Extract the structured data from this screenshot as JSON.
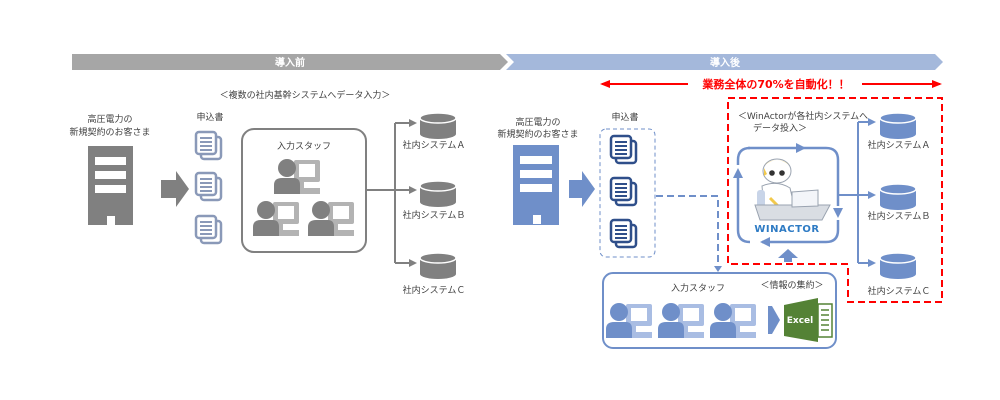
{
  "phases": {
    "before": "導入前",
    "after": "導入後"
  },
  "colors": {
    "before_bar": "#a6a6a6",
    "after_bar": "#a4b8db",
    "gray_dark": "#808080",
    "gray_light": "#b3b3b3",
    "blue": "#6f8fc9",
    "blue_dark": "#2f4f8a",
    "blue_light": "#a9bde3",
    "red": "#ff0000",
    "excel_green": "#548235"
  },
  "before": {
    "subtitle": "＜複数の社内基幹システムへデータ入力＞",
    "customer_label_line1": "高圧電力の",
    "customer_label_line2": "新規契約のお客さま",
    "forms_label": "申込書",
    "staff_label": "入力スタッフ",
    "systems": [
      "社内システムＡ",
      "社内システムＢ",
      "社内システムＣ"
    ]
  },
  "after": {
    "headline": "業務全体の70%を自動化！！",
    "customer_label_line1": "高圧電力の",
    "customer_label_line2": "新規契約のお客さま",
    "forms_label": "申込書",
    "winactor_caption_line1": "＜WinActorが各社内システムへ",
    "winactor_caption_line2": "データ投入＞",
    "winactor_logo": "WINACTOR",
    "staff_label": "入力スタッフ",
    "aggregation_label": "＜情報の集約＞",
    "excel_label": "Excel",
    "systems": [
      "社内システムＡ",
      "社内システムＢ",
      "社内システムＣ"
    ]
  }
}
